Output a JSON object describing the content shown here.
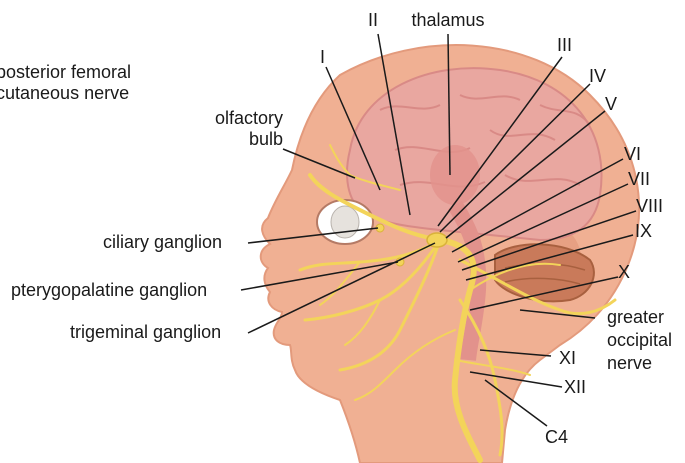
{
  "labels": {
    "posterior_femoral_line1": "posterior femoral",
    "posterior_femoral_line2": "cutaneous nerve",
    "olfactory_line1": "olfactory",
    "olfactory_line2": "bulb",
    "ciliary": "ciliary ganglion",
    "pterygopalatine": "pterygopalatine ganglion",
    "trigeminal": "trigeminal ganglion",
    "thalamus": "thalamus",
    "n1": "I",
    "n2": "II",
    "n3": "III",
    "n4": "IV",
    "n5": "V",
    "n6": "VI",
    "n7": "VII",
    "n8": "VIII",
    "n9": "IX",
    "n10": "X",
    "n11": "XI",
    "n12": "XII",
    "c4": "C4",
    "greater_line1": "greater",
    "greater_line2": "occipital",
    "greater_line3": "nerve"
  },
  "colors": {
    "skin": "#f0b093",
    "skin_shadow": "#e39a7c",
    "brain": "#e9a7a0",
    "brain_dark": "#d98a86",
    "cerebellum": "#c97a5a",
    "nerve": "#f3d45a",
    "nerve_dark": "#d9b23a",
    "leader": "#1a1a1a"
  }
}
